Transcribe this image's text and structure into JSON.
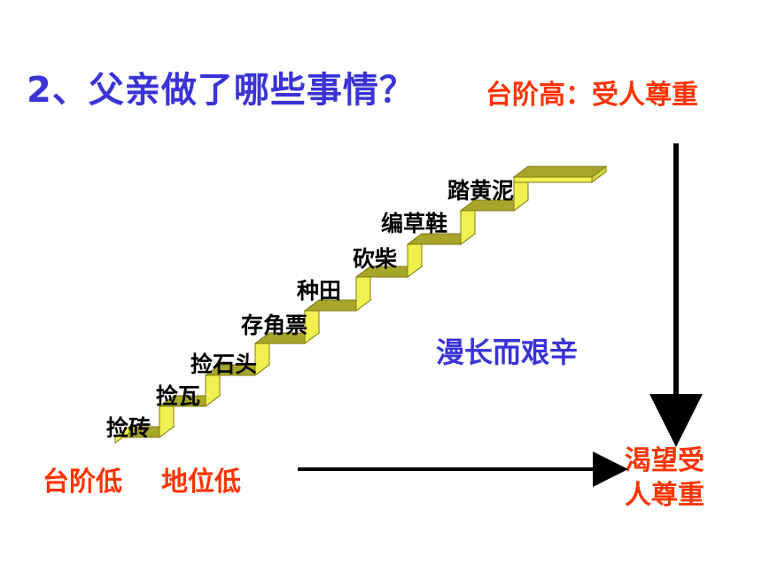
{
  "slide": {
    "title": "2、父亲做了哪些事情？",
    "top_right_label": "台阶高：受人尊重",
    "bottom_left_label_1": "台阶低",
    "bottom_left_label_2": "地位低",
    "bottom_right_label_line1": "渴望受",
    "bottom_right_label_line2": "人尊重",
    "middle_label": "漫长而艰辛"
  },
  "steps": [
    "捡砖",
    "捡瓦",
    "捡石头",
    "存角票",
    "种田",
    "砍柴",
    "编草鞋",
    "踏黄泥"
  ],
  "colors": {
    "title": "#3a33d6",
    "accent_red": "#ff3300",
    "step_top": "#a8a52b",
    "step_riser": "#f0f050",
    "step_side": "#d8d440",
    "step_outline": "#7f7a10"
  }
}
